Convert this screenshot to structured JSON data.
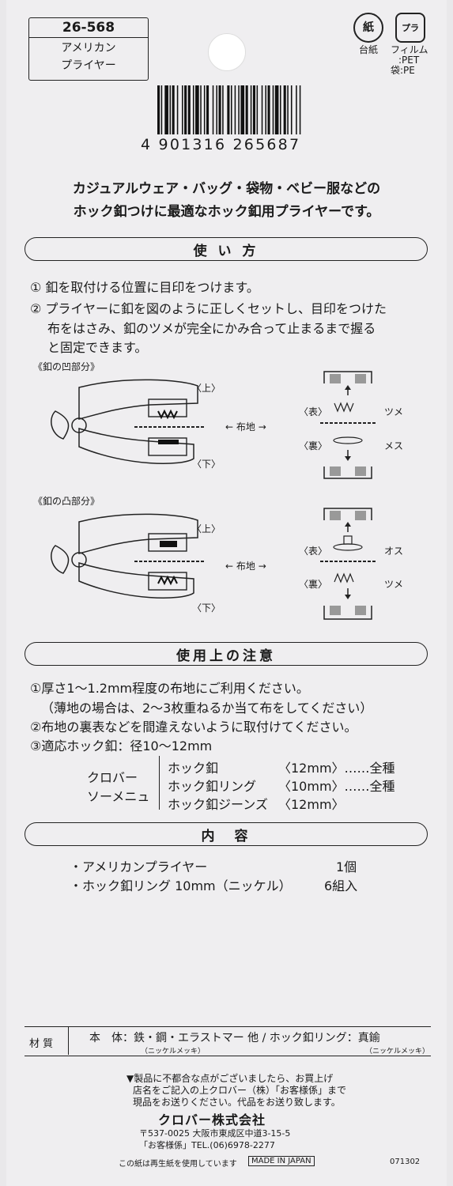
{
  "header": {
    "code": "26-568",
    "name_line1": "アメリカン",
    "name_line2": "プライヤー",
    "recycle_paper_symbol": "紙",
    "recycle_paper_label": "台紙",
    "recycle_plastic_symbol": "プラ",
    "recycle_plastic_line1": "フィルム",
    "recycle_plastic_line2": ":PET",
    "recycle_plastic_line3": "袋:PE"
  },
  "barcode": {
    "digits": "4 901316 265687"
  },
  "intro": {
    "line1": "カジュアルウェア・バッグ・袋物・ベビー服などの",
    "line2": "ホック釦つけに最適なホック釦用プライヤーです。"
  },
  "usage": {
    "title": "使 い 方",
    "step1": "① 釦を取付ける位置に目印をつけます。",
    "step2_line1": "② プライヤーに釦を図のように正しくセットし、目印をつけた",
    "step2_line2": "布をはさみ、釦のツメが完全にかみ合って止まるまで握る",
    "step2_line3": "と固定できます。"
  },
  "diagram": {
    "concave_caption": "《釦の凹部分》",
    "convex_caption": "《釦の凸部分》",
    "upper": "〈上〉",
    "lower": "〈下〉",
    "fabric": "布地",
    "front": "〈表〉",
    "back": "〈裏〉",
    "tsume": "ツメ",
    "mesu": "メス",
    "osu": "オス"
  },
  "cautions": {
    "title": "使用上の注意",
    "c1": "①厚さ1～1.2mm程度の布地にご利用ください。",
    "c1b": "（薄地の場合は、2～3枚重ねるか当て布をしてください）",
    "c2": "②布地の裏表などを間違えないように取付けてください。",
    "c3": "③適応ホック釦：径10～12mm",
    "brand1": "クロバー",
    "brand2": "ソーメニュ",
    "items": [
      {
        "name": "ホック釦",
        "size": "〈12mm〉……全種"
      },
      {
        "name": "ホック釦リング",
        "size": "〈10mm〉……全種"
      },
      {
        "name": "ホック釦ジーンズ",
        "size": "〈12mm〉"
      }
    ]
  },
  "contents": {
    "title": "内　容",
    "rows": [
      {
        "item": "・アメリカンプライヤー",
        "qty": "1個"
      },
      {
        "item": "・ホック釦リング 10mm（ニッケル）",
        "qty": "6組入"
      }
    ]
  },
  "material": {
    "label": "材 質",
    "body": "本　体：鉄・鋼・エラストマー 他 / ホック釦リング：真鍮",
    "note1": "（ニッケルメッキ）",
    "note2": "（ニッケルメッキ）"
  },
  "footer": {
    "notice_line1": "▼製品に不都合な点がございましたら、お買上げ",
    "notice_line2": "店名をご記入の上クロバー（株）「お客様係」まで",
    "notice_line3": "現品をお送りください。代品をお送り致します。",
    "company": "クロバー株式会社",
    "address": "〒537-0025 大阪市東成区中道3-15-5",
    "tel": "「お客様係」TEL.(06)6978-2277",
    "recycled": "この紙は再生紙を使用しています",
    "made_in": "MADE IN JAPAN",
    "code": "071302"
  }
}
